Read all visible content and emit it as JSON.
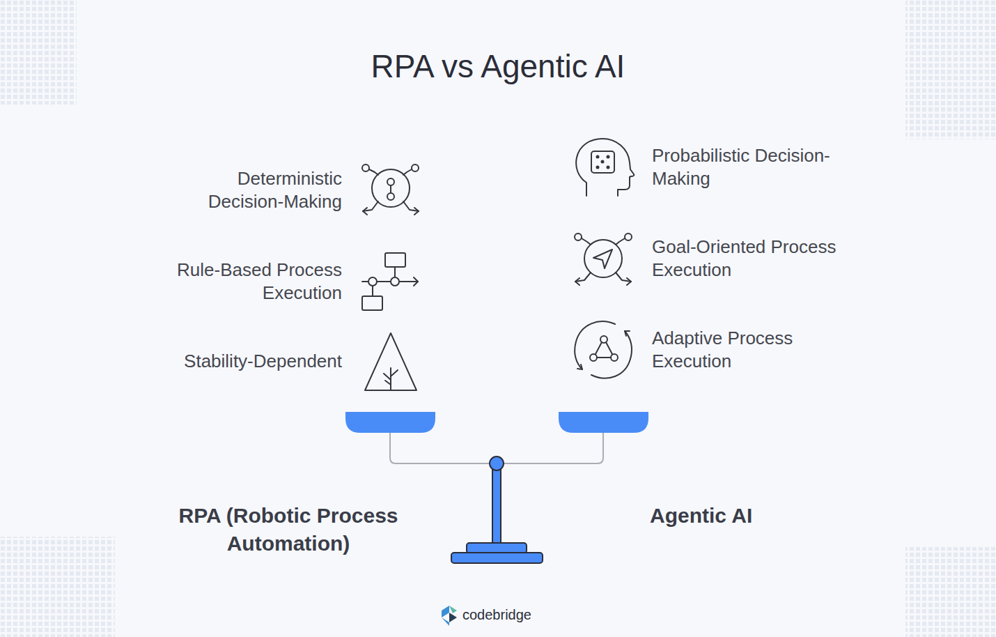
{
  "diagram": {
    "title": "RPA vs Agentic AI",
    "labels": [
      "Deterministic Decision-Making",
      "Rule-Based Process Execution",
      "Stability-Dependent",
      "Probabilistic Decision-Making",
      "Goal-Oriented Process Execution",
      "Adaptive Process Execution",
      "RPA (Robotic Process Automation)",
      "Agentic AI",
      "codebridge"
    ]
  }
}
